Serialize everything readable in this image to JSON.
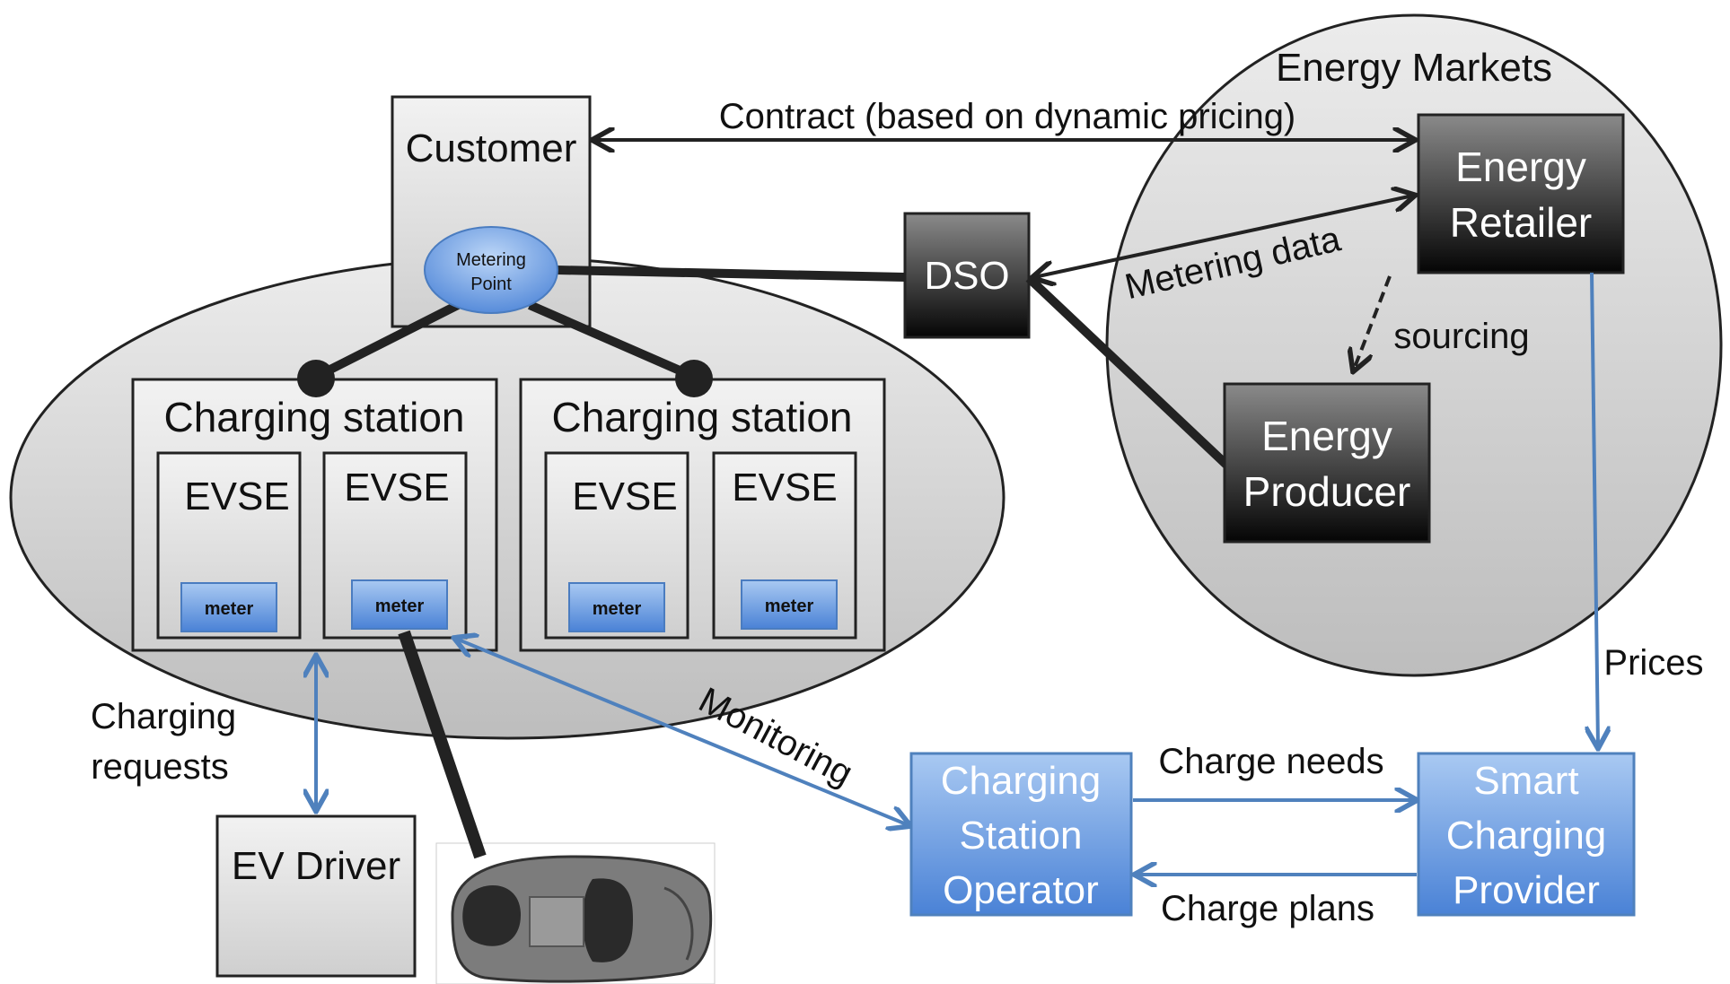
{
  "title": "",
  "colors": {
    "grey_box_fill": "#e0e0e0",
    "dark_box_top": "#7a7a7a",
    "dark_box_bottom": "#050505",
    "blue_box_top": "#a8c8f0",
    "blue_box_bottom": "#4f86d8",
    "blue_arrow": "#4f81bd",
    "black_line": "#222222"
  },
  "regions": {
    "energy_markets": "Energy Markets"
  },
  "nodes": {
    "customer": "Customer",
    "metering_point": [
      "Metering",
      "Point"
    ],
    "charging_station_1": "Charging station",
    "charging_station_2": "Charging station",
    "evse": [
      "EVSE",
      "EVSE",
      "EVSE",
      "EVSE"
    ],
    "meter": [
      "meter",
      "meter",
      "meter",
      "meter"
    ],
    "dso": "DSO",
    "energy_retailer": [
      "Energy",
      "Retailer"
    ],
    "energy_producer": [
      "Energy",
      "Producer"
    ],
    "ev_driver": "EV Driver",
    "car_icon": "car-icon",
    "charging_station_operator": [
      "Charging",
      "Station",
      "Operator"
    ],
    "smart_charging_provider": [
      "Smart",
      "Charging",
      "Provider"
    ]
  },
  "edges": {
    "contract": "Contract (based on dynamic pricing)",
    "metering_data": "Metering data",
    "sourcing": "sourcing",
    "prices": "Prices",
    "charging_requests": [
      "Charging",
      "requests"
    ],
    "monitoring": "Monitoring",
    "charge_needs": "Charge needs",
    "charge_plans": "Charge plans"
  }
}
